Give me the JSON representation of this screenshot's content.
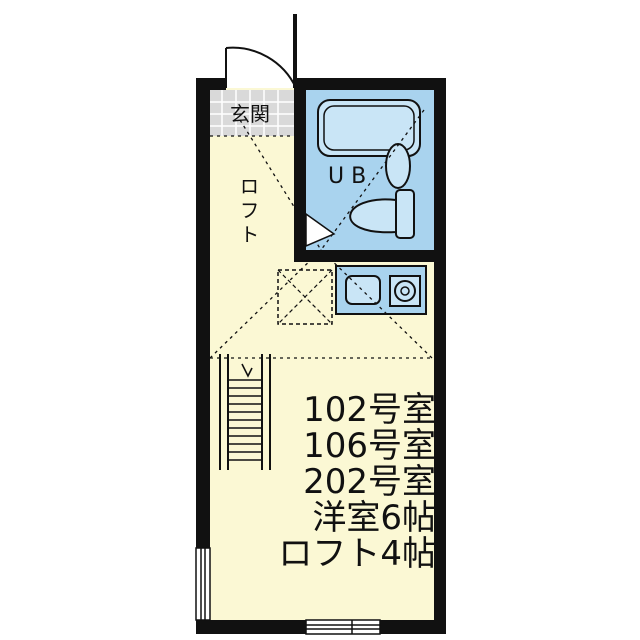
{
  "labels": {
    "entrance": "玄関",
    "loft": "ロフト",
    "bath": "U B"
  },
  "unit_lines": [
    "102号室",
    "106号室",
    "202号室",
    "洋室6帖",
    "ロフト4帖"
  ],
  "colors": {
    "wall": "#111111",
    "room_fill": "#fbf8d4",
    "bath_fill": "#a9d3ee",
    "bath_fixture": "#c9e5f6",
    "kitchen_fill": "#a9d3ee",
    "entrance_fill": "#d9d9d9"
  }
}
